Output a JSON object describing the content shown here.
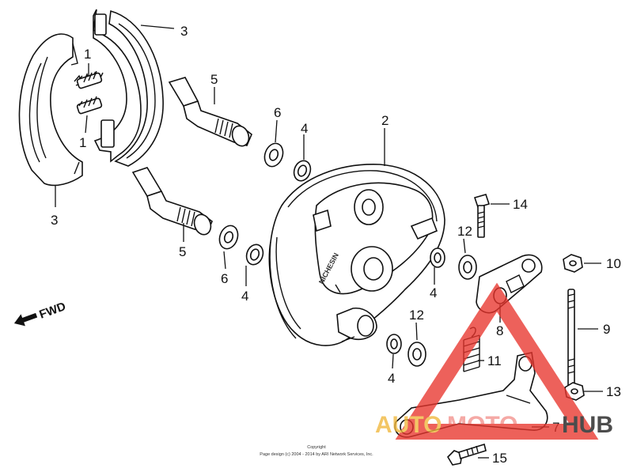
{
  "direction": {
    "label": "FWD"
  },
  "callouts": {
    "c1a": "1",
    "c1b": "1",
    "c2": "2",
    "c3a": "3",
    "c3b": "3",
    "c4a": "4",
    "c4b": "4",
    "c4c": "4",
    "c4d": "4",
    "c5a": "5",
    "c5b": "5",
    "c6a": "6",
    "c6b": "6",
    "c7": "7",
    "c8": "8",
    "c9": "9",
    "c10": "10",
    "c11": "11",
    "c12a": "12",
    "c12b": "12",
    "c13": "13",
    "c14": "14",
    "c15": "15"
  },
  "plate_stamp": "NICHESIN",
  "watermark": {
    "left": "AUTO",
    "mid": "MOTO",
    "right": "HUB",
    "colors": {
      "triangle": "#e8352d",
      "left": "#f0b73a",
      "right": "#1a1a1a"
    }
  },
  "copyright": {
    "line1": "Copyright",
    "line2": "Page design (c) 2004 - 2014 by ARI Network Services, Inc."
  }
}
